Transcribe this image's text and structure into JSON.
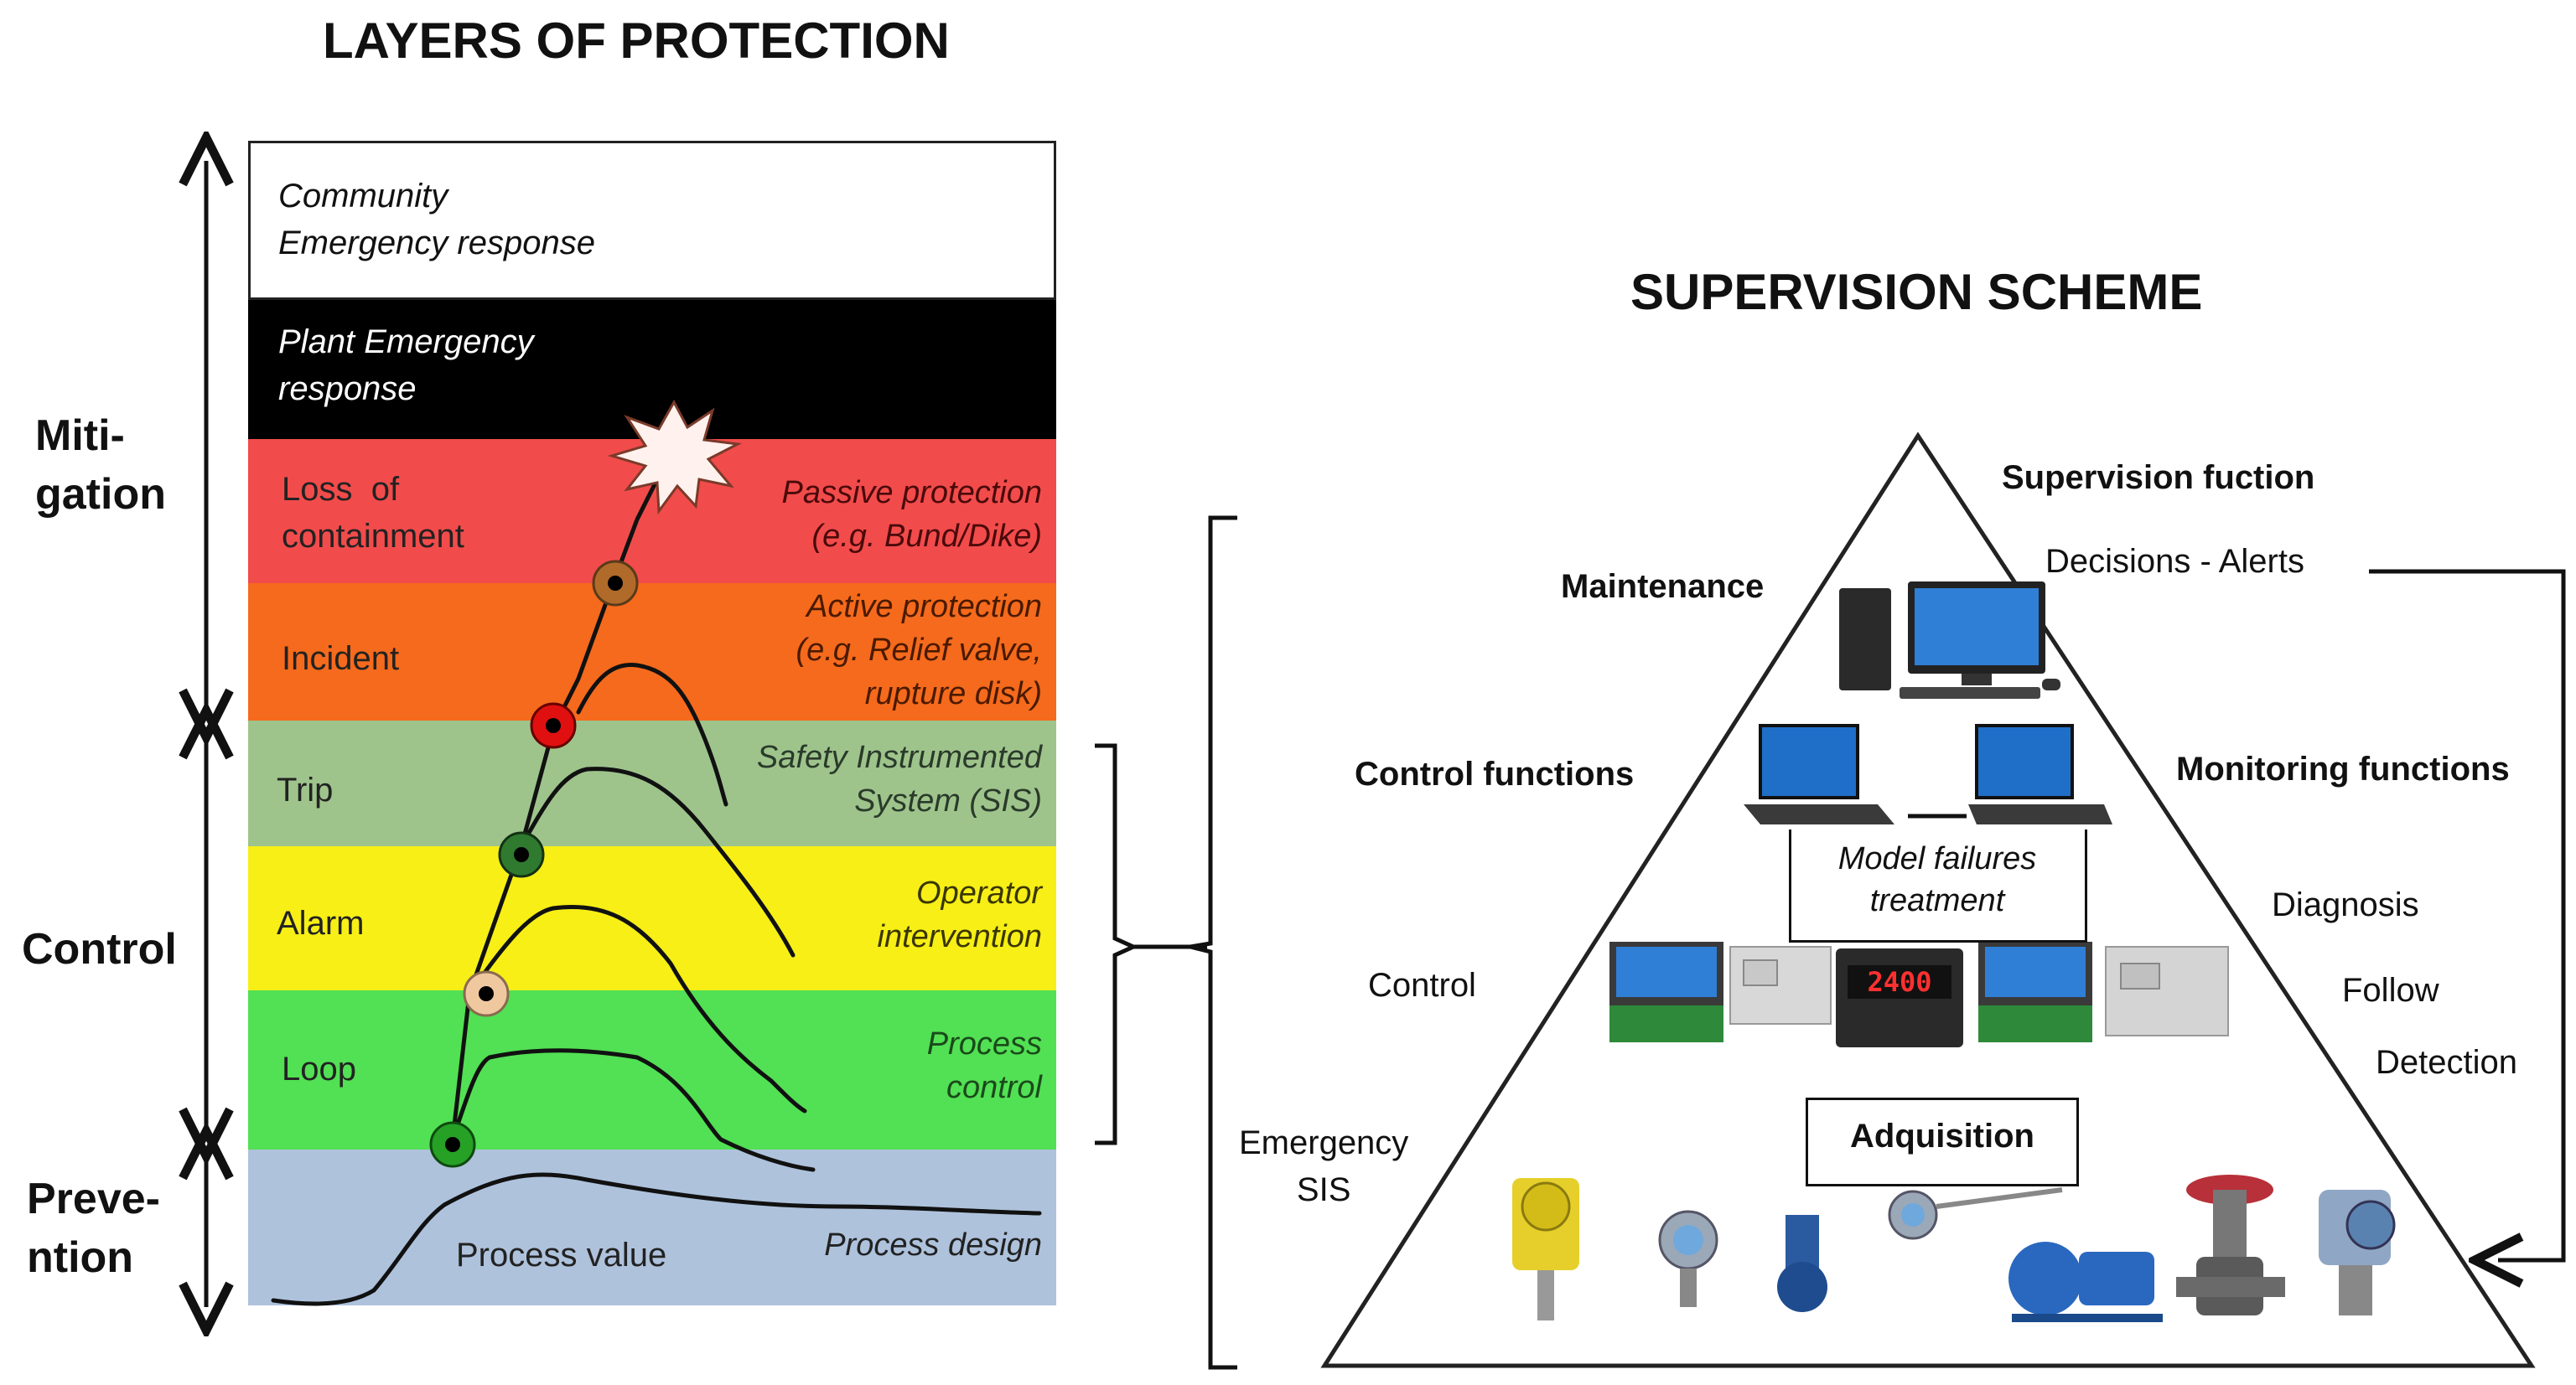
{
  "left": {
    "title": "LAYERS OF PROTECTION",
    "side_labels": {
      "mitigation": "Miti-\ngation",
      "control": "Control",
      "prevention": "Preve-\nntion"
    },
    "layers": [
      {
        "left": "Community\nEmergency response",
        "right": "",
        "color": "#ffffff"
      },
      {
        "left": "Plant Emergency\nresponse",
        "right": "",
        "color": "#000000"
      },
      {
        "left": "Loss  of\ncontainment",
        "right": "Passive protection\n(e.g. Bund/Dike)",
        "color": "#f24b4b"
      },
      {
        "left": "Incident",
        "right": "Active protection\n(e.g. Relief valve,\nrupture disk)",
        "color": "#f56a1c"
      },
      {
        "left": "Trip",
        "right": "Safety Instrumented\nSystem (SIS)",
        "color": "#9ec48c"
      },
      {
        "left": "Alarm",
        "right": "Operator\nintervention",
        "color": "#f7ef16"
      },
      {
        "left": "Loop",
        "right": "Process\ncontrol",
        "color": "#52e054"
      },
      {
        "left": "Process value",
        "right": "Process design",
        "color": "#aec2dc"
      }
    ]
  },
  "right": {
    "title": "SUPERVISION SCHEME",
    "supervision_function": "Supervision fuction",
    "decisions": "Decisions - Alerts",
    "maintenance": "Maintenance",
    "control_functions": "Control functions",
    "monitoring_functions": "Monitoring functions",
    "model_failures": "Model failures\ntreatment",
    "control": "Control",
    "diagnosis": "Diagnosis",
    "follow": "Follow",
    "detection": "Detection",
    "emergency_sis": "Emergency\nSIS",
    "adquisition": "Adquisition",
    "controller_display": "2400"
  },
  "colors": {
    "marker_top": "#b06a2a",
    "marker_red": "#e01010",
    "marker_green_dark": "#2f7a2f",
    "marker_beige": "#f0c8a0",
    "marker_green": "#26a126"
  }
}
